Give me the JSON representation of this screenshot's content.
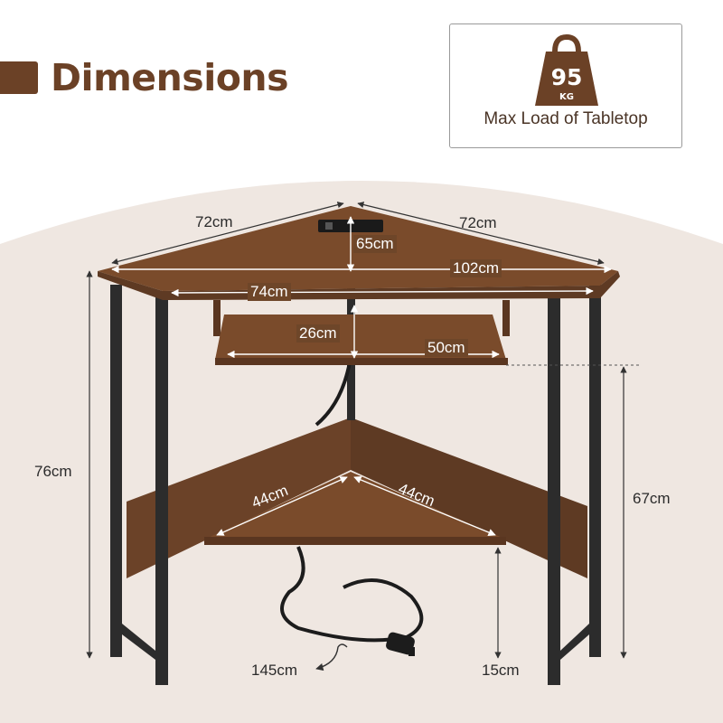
{
  "title": "Dimensions",
  "load_badge": {
    "value": "95",
    "unit": "KG",
    "caption": "Max Load of Tabletop"
  },
  "dimensions": {
    "top_left_edge": "72cm",
    "top_right_edge": "72cm",
    "top_depth": "65cm",
    "top_diagonal": "102cm",
    "front_width": "74cm",
    "tray_height": "26cm",
    "tray_width": "50cm",
    "total_height": "76cm",
    "leg_height": "67cm",
    "shelf_left": "44cm",
    "shelf_right": "44cm",
    "cable_length": "145cm",
    "shelf_clearance": "15cm"
  },
  "colors": {
    "brand": "#6b4126",
    "wood": "#7a4b2b",
    "metal": "#2c2c2c",
    "backdrop": "#efe7e1"
  }
}
